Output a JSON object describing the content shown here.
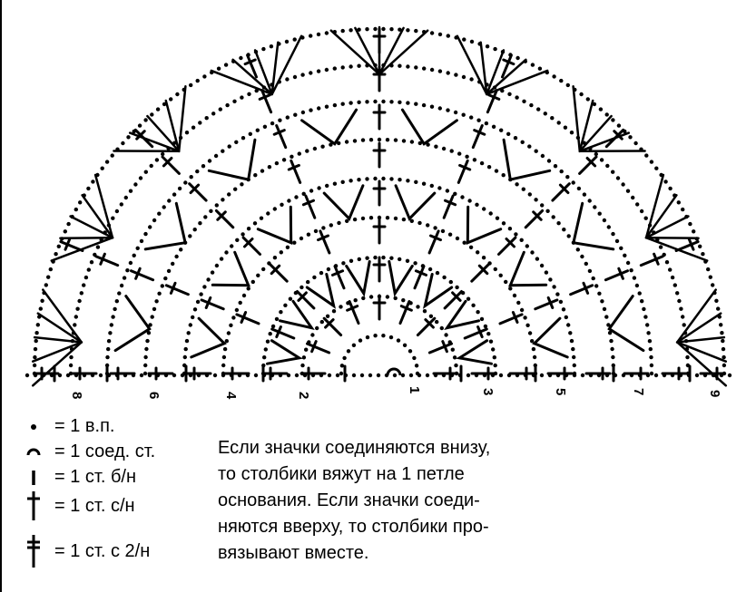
{
  "diagram": {
    "row_numbers_left": [
      "8",
      "6",
      "4",
      "2"
    ],
    "row_numbers_right": [
      "1",
      "3",
      "5",
      "7",
      "9"
    ]
  },
  "legend": [
    {
      "icon": "chain-stitch-dot-icon",
      "text": "= 1 в.п."
    },
    {
      "icon": "slip-stitch-arc-icon",
      "text": "= 1 соед. ст."
    },
    {
      "icon": "single-crochet-bar-icon",
      "text": "= 1 ст. б/н"
    },
    {
      "icon": "double-crochet-cross-icon",
      "text": "= 1 ст. с/н"
    },
    {
      "icon": "treble-crochet-double-cross-icon",
      "text": "= 1 ст. с 2/н"
    }
  ],
  "note": [
    "Если значки соединяются внизу,",
    "то столбики вяжут на 1 петле",
    "основания. Если значки соеди-",
    "няются вверху, то столбики про-",
    "вязывают вместе."
  ]
}
